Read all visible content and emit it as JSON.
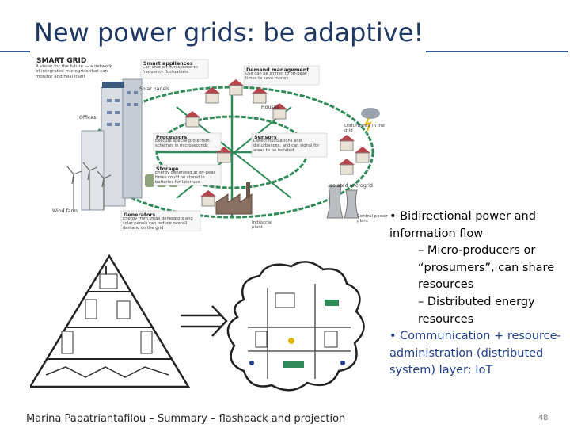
{
  "title": "New power grids: be adaptive!",
  "figure": {
    "heading": "SMART GRID",
    "intro": "A vision for the future — a network of integrated microgrids that can monitor and heal itself",
    "labels": {
      "smart_appliances": "Smart appliances",
      "smart_appliances_text": "Can shut off in response to frequency fluctuations",
      "demand_management": "Demand management",
      "demand_management_text": "Use can be shifted to off-peak times to save money",
      "solar_panels": "Solar panels",
      "offices": "Offices",
      "houses": "Houses",
      "processors": "Processors",
      "processors_text": "Execute special protection schemes in microseconds",
      "sensors": "Sensors",
      "sensors_text": "Detect fluctuations and disturbances, and can signal for areas to be isolated",
      "disturbance": "Disturbance in the grid",
      "storage": "Storage",
      "storage_text": "Energy generated at off-peak times could be stored in batteries for later use",
      "isolated": "Isolated microgrid",
      "wind_farm": "Wind farm",
      "generators": "Generators",
      "generators_text": "Energy from small generators and solar panels can reduce overall demand on the grid",
      "industrial_plant": "Industrial plant",
      "central_power_plant": "Central power plant"
    }
  },
  "bullets": [
    {
      "level": 1,
      "text": "• Bidirectional power  and information flow",
      "color": "#000000"
    },
    {
      "level": 2,
      "text": "– Micro-producers or “prosumers”, can share resources",
      "color": "#000000"
    },
    {
      "level": 2,
      "text": "– Distributed energy resources",
      "color": "#000000"
    },
    {
      "level": 1,
      "text": "• Communication + resource-administration  (distributed system) layer: IoT",
      "color": "#1f3f8f"
    }
  ],
  "footer": "Marina Papatriantafilou –  Summary – flashback and projection",
  "page_number": "48",
  "colors": {
    "title": "#1f3864",
    "rule": "#3b5b8c",
    "grid_line": "#2e8b57",
    "roof": "#b5454b",
    "highlight": "#1f3f8f"
  }
}
